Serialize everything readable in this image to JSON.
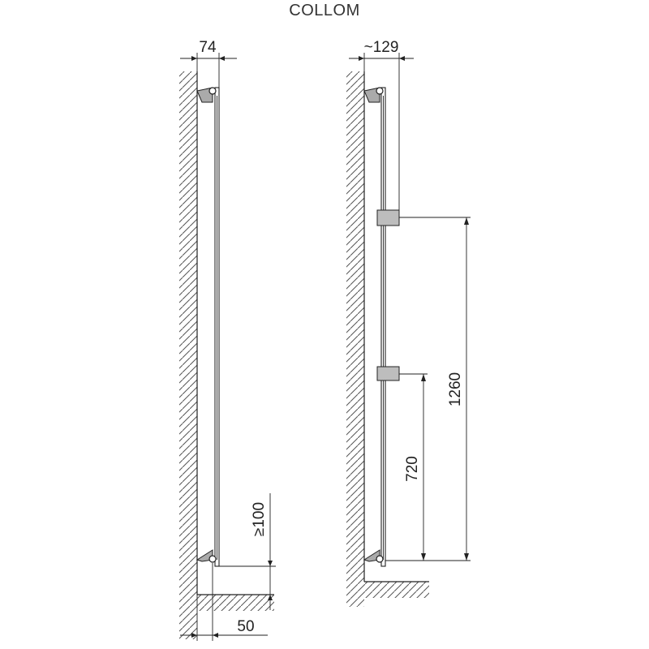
{
  "title": "COLLOM",
  "dimensions": {
    "depth_left": "74",
    "depth_right": "~129",
    "floor_gap": "≥100",
    "wall_offset": "50",
    "height_upper_bar": "1260",
    "height_lower_bar": "720"
  }
}
